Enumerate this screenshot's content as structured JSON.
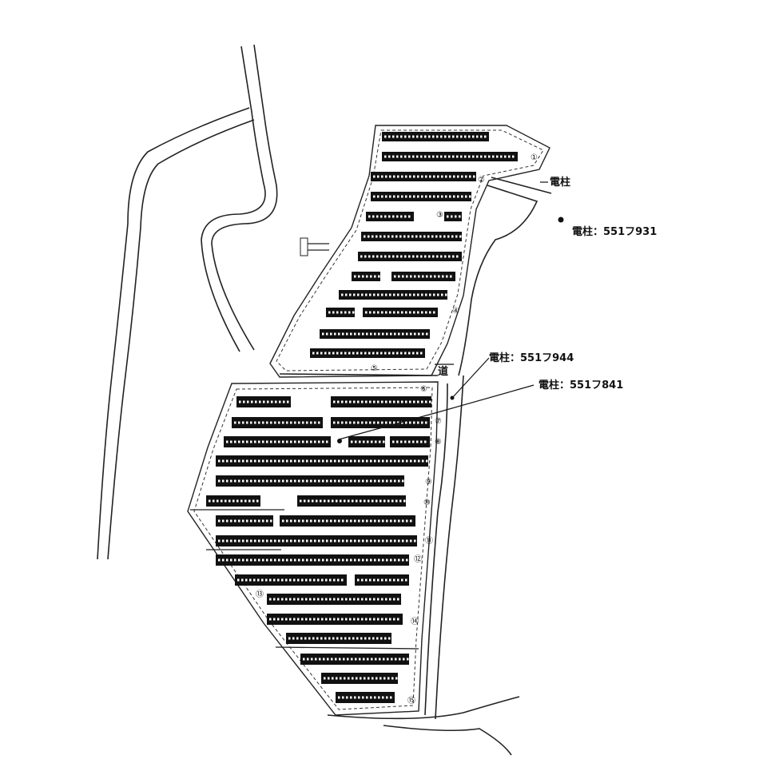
{
  "labels": {
    "pole_plain": "電柱",
    "pole_931": "電柱：551フ931",
    "pole_944": "電柱：551フ944",
    "pole_841": "電柱：551フ841",
    "road_mark": "道"
  },
  "section_numbers": [
    "①",
    "②",
    "③",
    "④",
    "⑤",
    "⑥",
    "⑦",
    "⑧",
    "⑨",
    "⑩",
    "⑪",
    "⑫",
    "⑬",
    "⑭",
    "⑮"
  ],
  "colors": {
    "ink": "#111111",
    "background": "#ffffff"
  }
}
